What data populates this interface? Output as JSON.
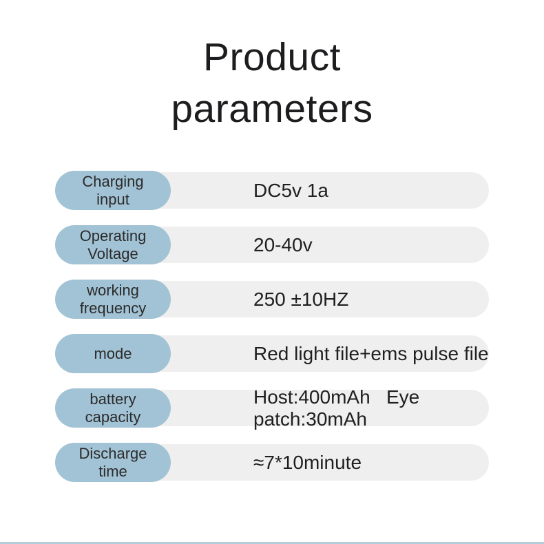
{
  "title": "Product\nparameters",
  "rows": [
    {
      "label": "Charging\ninput",
      "value": "DC5v 1a"
    },
    {
      "label": "Operating\nVoltage",
      "value": "20-40v"
    },
    {
      "label": "working\nfrequency",
      "value": "250 ±10HZ"
    },
    {
      "label": "mode",
      "value": "Red light file+ems pulse file"
    },
    {
      "label": "battery\ncapacity",
      "value": "Host:400mAh   Eye patch:30mAh"
    },
    {
      "label": "Discharge\ntime",
      "value": "≈7*10minute"
    }
  ],
  "colors": {
    "label_pill": "#a2c3d5",
    "value_bar": "#efefef",
    "bottom_accent_strip": "#b5cdd9",
    "title_text": "#1d1d1f",
    "value_text": "#1f1f1f"
  }
}
